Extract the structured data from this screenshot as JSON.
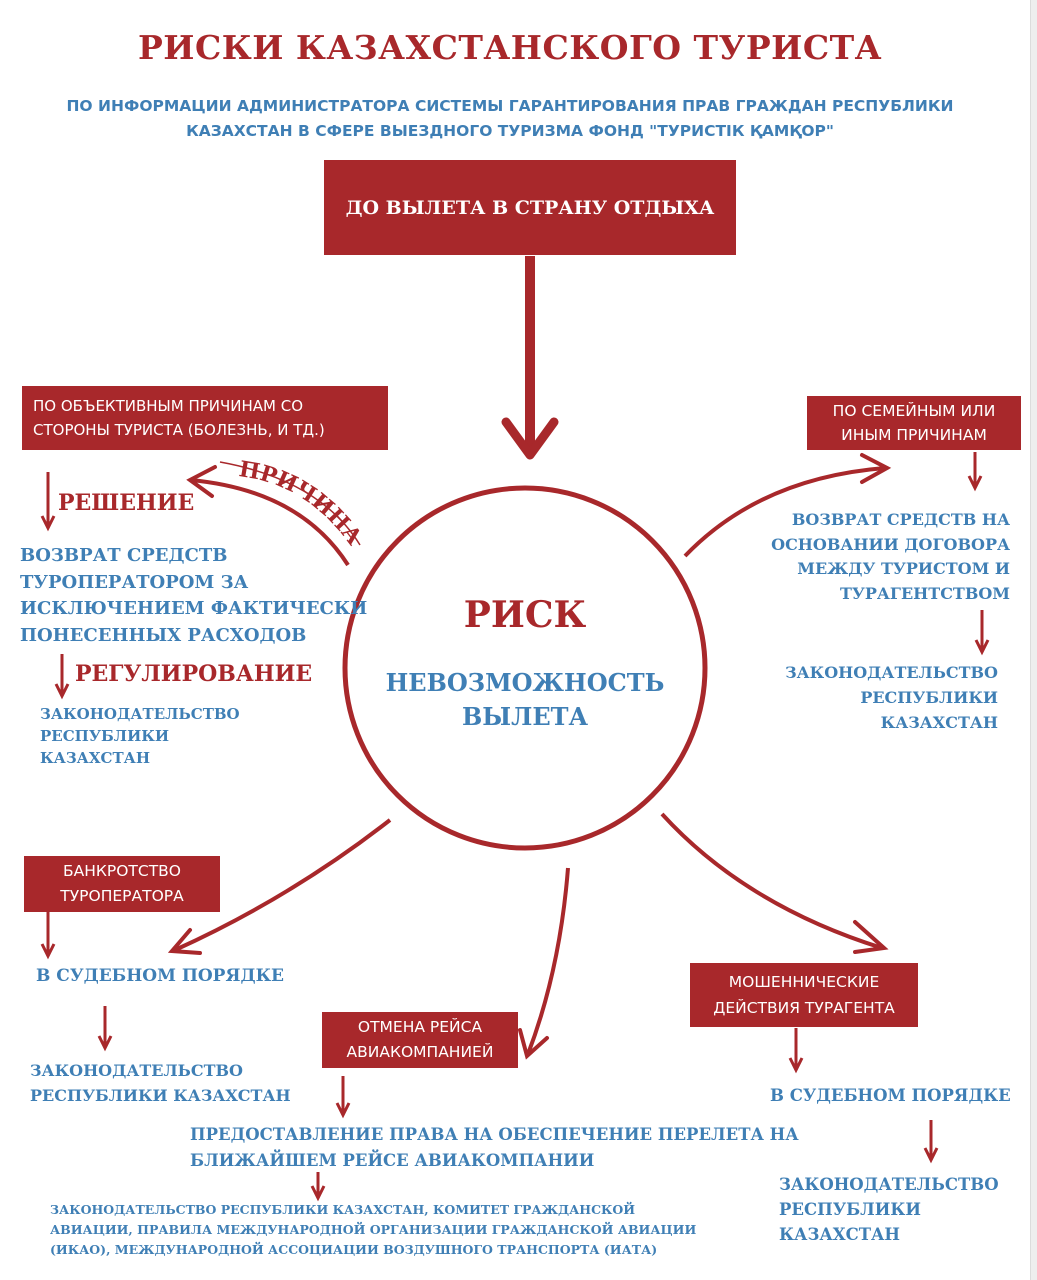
{
  "title": "РИСКИ КАЗАХСТАНСКОГО ТУРИСТА",
  "subtitle_line1": "ПО ИНФОРМАЦИИ АДМИНИСТРАТОРА СИСТЕМЫ ГАРАНТИРОВАНИЯ ПРАВ ГРАЖДАН РЕСПУБЛИКИ",
  "subtitle_line2": "КАЗАХСТАН В СФЕРЕ ВЫЕЗДНОГО ТУРИЗМА ФОНД \"ТУРИСТІК ҚАМҚОР\"",
  "top_box": "ДО ВЫЛЕТА В СТРАНУ ОТДЫХА",
  "center": {
    "heading": "РИСК",
    "line1": "НЕВОЗМОЖНОСТЬ",
    "line2": "ВЫЛЕТА"
  },
  "objective": {
    "box_line1": "ПО ОБЪЕКТИВНЫМ ПРИЧИНАМ СО",
    "box_line2": "СТОРОНЫ ТУРИСТА (БОЛЕЗНЬ, И ТД.)",
    "cause_label": "ПРИЧИНА",
    "decision_label": "РЕШЕНИЕ",
    "decision_lines": [
      "ВОЗВРАТ СРЕДСТВ",
      "ТУРОПЕРАТОРОМ ЗА",
      "ИСКЛЮЧЕНИЕМ ФАКТИЧЕСКИ",
      "ПОНЕСЕННЫХ РАСХОДОВ"
    ],
    "regulation_label": "РЕГУЛИРОВАНИЕ",
    "regulation_lines": [
      "ЗАКОНОДАТЕЛЬСТВО",
      "РЕСПУБЛИКИ",
      "КАЗАХСТАН"
    ]
  },
  "family": {
    "box_line1": "ПО СЕМЕЙНЫМ ИЛИ",
    "box_line2": "ИНЫМ ПРИЧИНАМ",
    "decision_lines": [
      "ВОЗВРАТ СРЕДСТВ НА",
      "ОСНОВАНИИ ДОГОВОРА",
      "МЕЖДУ ТУРИСТОМ И",
      "ТУРАГЕНТСТВОМ"
    ],
    "law_lines": [
      "ЗАКОНОДАТЕЛЬСТВО",
      "РЕСПУБЛИКИ",
      "КАЗАХСТАН"
    ]
  },
  "bankruptcy": {
    "box_line1": "БАНКРОТСТВО",
    "box_line2": "ТУРОПЕРАТОРА",
    "decision": "В СУДЕБНОМ ПОРЯДКЕ",
    "law_lines": [
      "ЗАКОНОДАТЕЛЬСТВО",
      "РЕСПУБЛИКИ КАЗАХСТАН"
    ]
  },
  "cancellation": {
    "box_line1": "ОТМЕНА РЕЙСА",
    "box_line2": "АВИАКОМПАНИЕЙ",
    "decision_lines": [
      "ПРЕДОСТАВЛЕНИЕ ПРАВА НА ОБЕСПЕЧЕНИЕ ПЕРЕЛЕТА НА",
      "БЛИЖАЙШЕМ РЕЙСЕ АВИАКОМПАНИИ"
    ],
    "law_lines": [
      "ЗАКОНОДАТЕЛЬСТВО РЕСПУБЛИКИ КАЗАХСТАН, КОМИТЕТ ГРАЖДАНСКОЙ",
      "АВИАЦИИ, ПРАВИЛА МЕЖДУНАРОДНОЙ ОРГАНИЗАЦИИ ГРАЖДАНСКОЙ АВИАЦИИ",
      "(ИКАО), МЕЖДУНАРОДНОЙ АССОЦИАЦИИ ВОЗДУШНОГО ТРАНСПОРТА (ИАТА)"
    ]
  },
  "fraud": {
    "box_line1": "МОШЕННИЧЕСКИЕ",
    "box_line2": "ДЕЙСТВИЯ ТУРАГЕНТА",
    "decision": "В СУДЕБНОМ ПОРЯДКЕ",
    "law_lines": [
      "ЗАКОНОДАТЕЛЬСТВО",
      "РЕСПУБЛИКИ КАЗАХСТАН"
    ]
  },
  "colors": {
    "red": "#a8282b",
    "blue": "#3f7fb5"
  }
}
